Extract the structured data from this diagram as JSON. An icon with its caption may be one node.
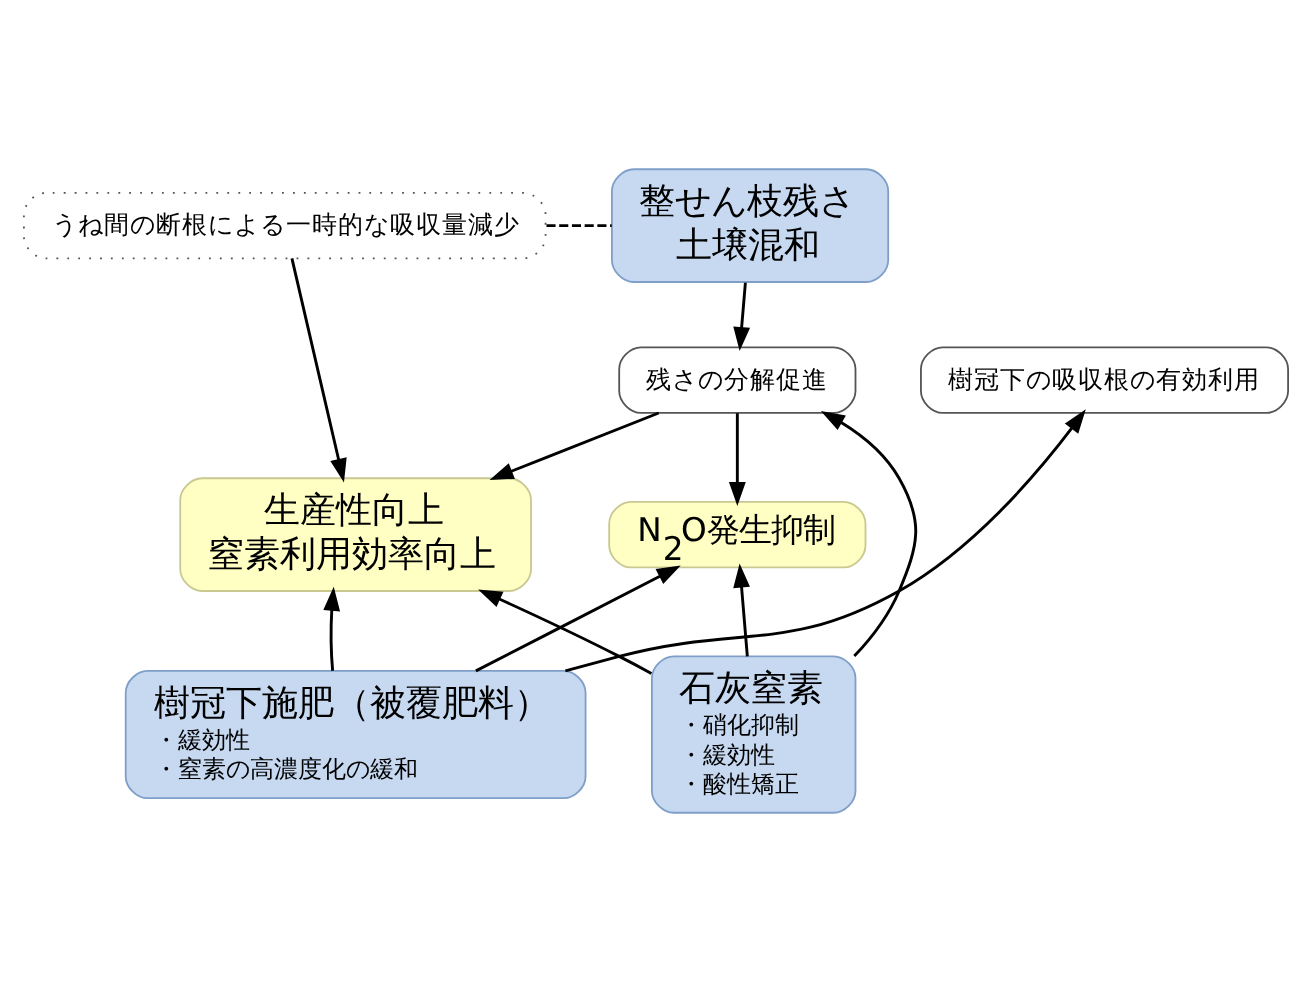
{
  "diagram": {
    "nodes": [
      {
        "text": [
          "うね間の断根による一時的な吸収量減少"
        ]
      },
      {
        "text": [
          "整せん枝残さ",
          "土壌混和"
        ]
      },
      {
        "text": [
          "樹冠下の吸収根の有効利用"
        ]
      },
      {
        "text": [
          "残さの分解促進"
        ]
      },
      {
        "text": [
          "生産性向上",
          "窒素利用効率向上"
        ]
      },
      {
        "text": [
          "N$_{2}$O発生抑制"
        ]
      },
      {
        "text": [
          "樹冠下施肥（被覆肥料）",
          "・緩効性",
          "・窒素の高濃度化の緩和"
        ]
      },
      {
        "text": [
          "石灰窒素",
          "・硝化抑制",
          "・緩効性",
          "・酸性矯正"
        ]
      }
    ],
    "edges": [
      {
        "from": 0,
        "to": 1,
        "arrow": "none",
        "style": "dashed"
      },
      {
        "from": 1,
        "to": 3,
        "arrow": "to"
      },
      {
        "from": 0,
        "to": 4,
        "arrow": "to"
      },
      {
        "from": 3,
        "to": 4,
        "arrow": "to"
      },
      {
        "from": 3,
        "to": 5,
        "arrow": "to"
      },
      {
        "from": 6,
        "to": 2,
        "arrow": "to"
      },
      {
        "from": 6,
        "to": 4,
        "arrow": "to"
      },
      {
        "from": 6,
        "to": 5,
        "arrow": "to"
      },
      {
        "from": 7,
        "to": 4,
        "arrow": "to"
      },
      {
        "from": 7,
        "to": 5,
        "arrow": "to"
      },
      {
        "from": 7,
        "to": 3,
        "arrow": "to"
      }
    ]
  }
}
